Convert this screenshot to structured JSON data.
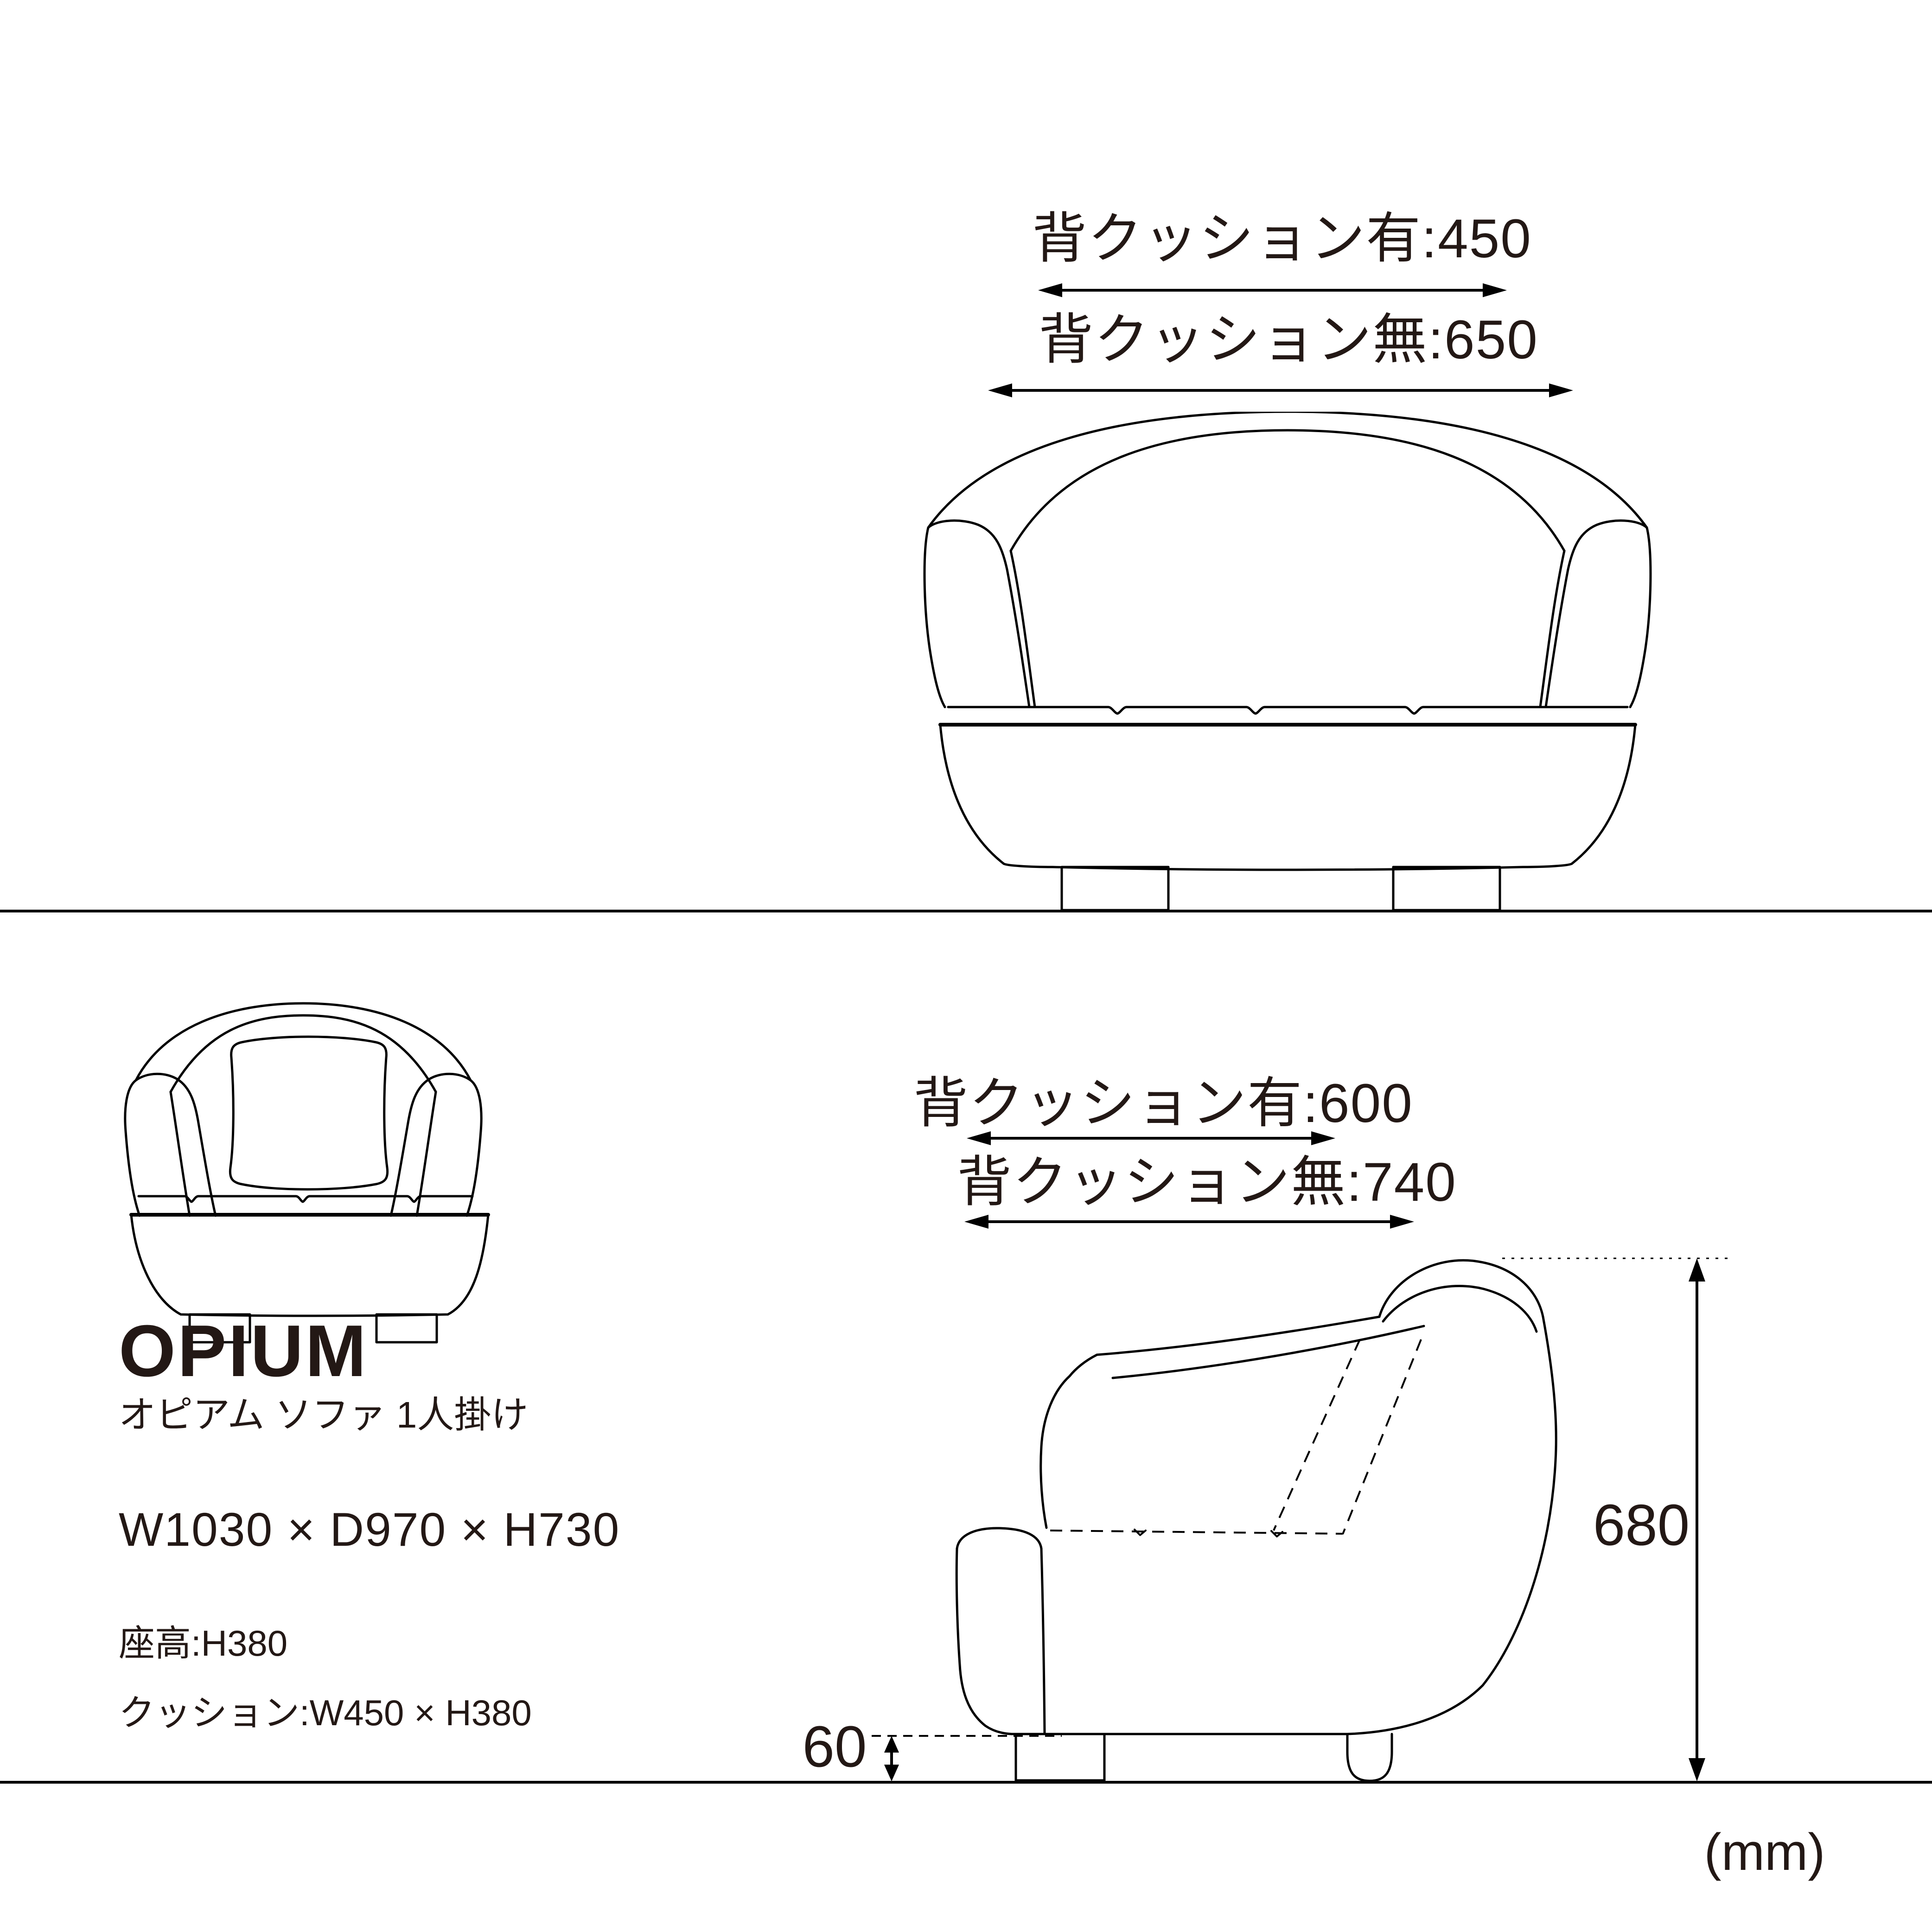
{
  "product": {
    "name": "OPIUM",
    "name_ja": "オピアム ソファ 1人掛け",
    "overall_dimensions": "W1030 × D970 × H730",
    "seat_height": "座高:H380",
    "cushion_size": "クッション:W450 × H380"
  },
  "front_view": {
    "width_with_back_cushion": "背クッション有:450",
    "width_without_back_cushion": "背クッション無:650"
  },
  "side_view": {
    "depth_with_back_cushion": "背クッション有:600",
    "depth_without_back_cushion": "背クッション無:740",
    "back_height": "680",
    "foot_height": "60"
  },
  "unit_note": "(mm)",
  "colors": {
    "line": "#000000",
    "text": "#231815",
    "background": "#ffffff"
  }
}
